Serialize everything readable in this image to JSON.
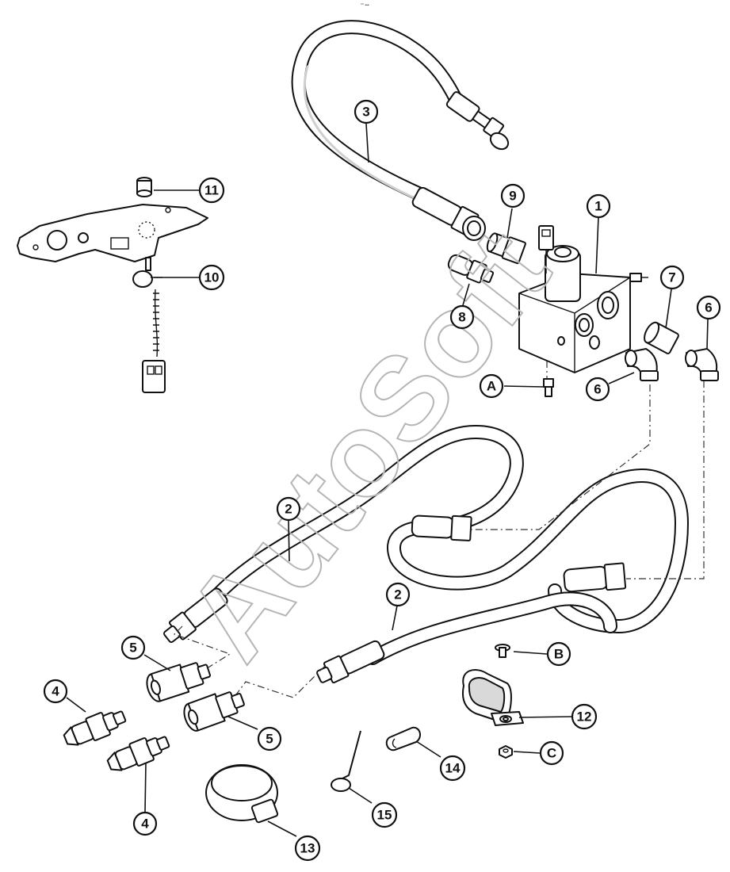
{
  "diagram": {
    "top_mark": "°° •••",
    "watermark": "AutoSoft",
    "callouts": {
      "c1": "1",
      "c2a": "2",
      "c2b": "2",
      "c3": "3",
      "c4a": "4",
      "c4b": "4",
      "c5a": "5",
      "c5b": "5",
      "c6a": "6",
      "c6b": "6",
      "c7": "7",
      "c8": "8",
      "c9": "9",
      "c10": "10",
      "c11": "11",
      "c12": "12",
      "c13": "13",
      "c14": "14",
      "c15": "15",
      "cA": "A",
      "cB": "B",
      "cC": "C"
    }
  }
}
